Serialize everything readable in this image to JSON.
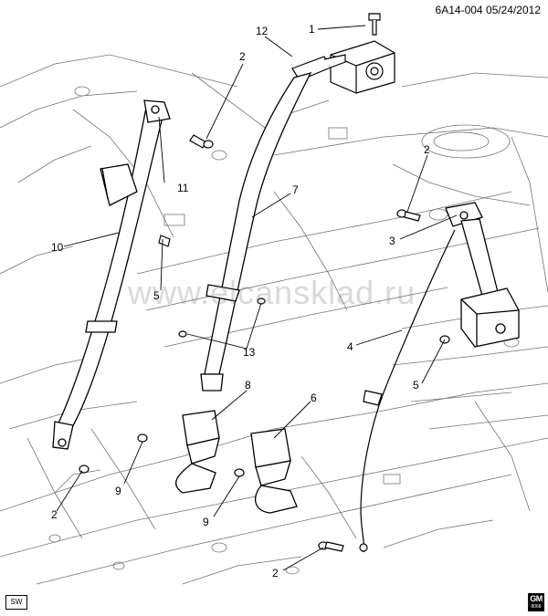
{
  "header": {
    "diagram_code": "6A14-004",
    "date": "05/24/2012"
  },
  "watermark": "www.elcansklad.ru",
  "badge": {
    "sw_label": "SW"
  },
  "logo": {
    "main": "GM",
    "sub": "8068"
  },
  "callouts": [
    "1",
    "2",
    "2",
    "2",
    "2",
    "3",
    "4",
    "5",
    "5",
    "6",
    "7",
    "8",
    "9",
    "9",
    "10",
    "11",
    "12",
    "13"
  ],
  "colors": {
    "ink": "#000000",
    "background": "#ffffff",
    "watermark": "#8a8a8a"
  }
}
